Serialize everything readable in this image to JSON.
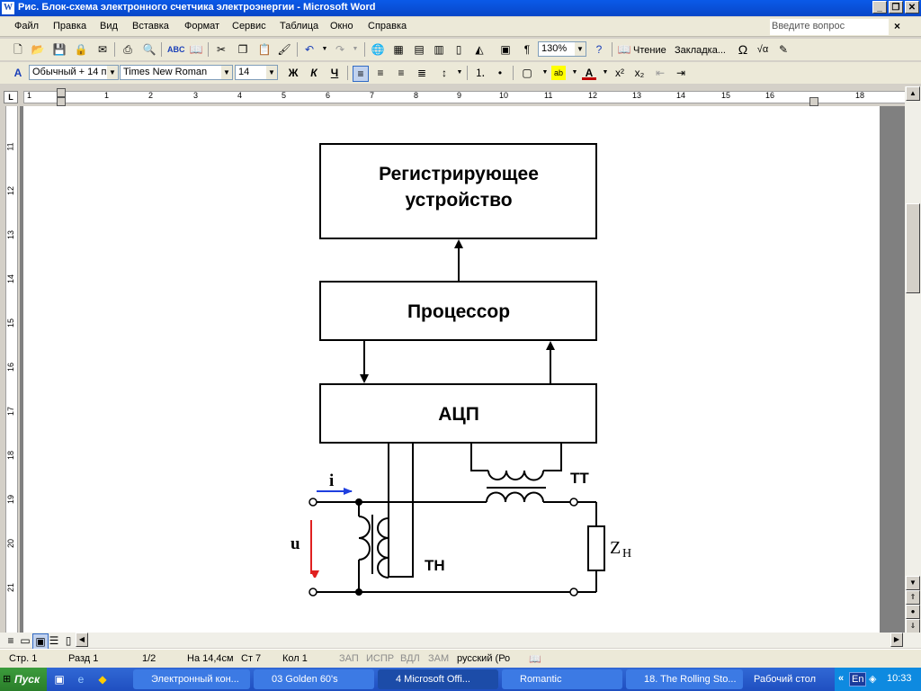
{
  "window": {
    "title": "Рис. Блок-схема электронного счетчика электроэнергии - Microsoft Word",
    "app_icon": "W"
  },
  "menu": {
    "items": [
      "Файл",
      "Правка",
      "Вид",
      "Вставка",
      "Формат",
      "Сервис",
      "Таблица",
      "Окно",
      "Справка"
    ],
    "ask_placeholder": "Введите вопрос"
  },
  "toolbar": {
    "zoom": "130%",
    "reading_label": "Чтение",
    "bookmark_label": "Закладка...",
    "style": "Обычный + 14 п",
    "font": "Times New Roman",
    "size": "14",
    "bold": "Ж",
    "italic": "К",
    "underline": "Ч"
  },
  "ruler": {
    "h_numbers": [
      "1",
      "1",
      "2",
      "3",
      "4",
      "5",
      "6",
      "7",
      "8",
      "9",
      "10",
      "11",
      "12",
      "13",
      "14",
      "15",
      "16",
      "18"
    ],
    "v_numbers": [
      "11",
      "12",
      "13",
      "14",
      "15",
      "16",
      "17",
      "18",
      "19",
      "20",
      "21"
    ]
  },
  "diagram": {
    "box_register_line1": "Регистрирующее",
    "box_register_line2": "устройство",
    "box_processor": "Процессор",
    "box_adc": "АЦП",
    "label_ct": "ТТ",
    "label_vt": "ТН",
    "label_current": "i",
    "label_voltage": "u",
    "label_load": "Z",
    "label_load_sub": "Н",
    "colors": {
      "current_arrow": "#1f3fdf",
      "voltage_arrow": "#e02020"
    }
  },
  "status": {
    "page": "Стр. 1",
    "section": "Разд 1",
    "pages": "1/2",
    "at": "На 14,4см",
    "line": "Ст 7",
    "col": "Кол 1",
    "rec": "ЗАП",
    "trk": "ИСПР",
    "ext": "ВДЛ",
    "ovr": "ЗАМ",
    "lang": "русский (Ро"
  },
  "taskbar": {
    "start": "Пуск",
    "tasks": [
      "Электронный кон...",
      "03 Golden 60's",
      "4 Microsoft Offi...",
      "Romantic",
      "18. The Rolling Sto..."
    ],
    "desktop": "Рабочий стол",
    "lang": "En",
    "clock": "10:33"
  }
}
